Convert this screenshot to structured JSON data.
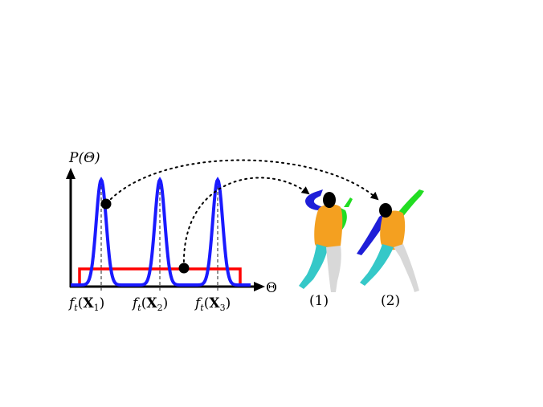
{
  "axes": {
    "y_label": "P(Θ)",
    "x_label": "Θ"
  },
  "ticks": [
    {
      "func": "f",
      "sub": "t",
      "arg": "X",
      "idx": "1"
    },
    {
      "func": "f",
      "sub": "t",
      "arg": "X",
      "idx": "2"
    },
    {
      "func": "f",
      "sub": "t",
      "arg": "X",
      "idx": "3"
    }
  ],
  "figures": [
    {
      "label": "(1)"
    },
    {
      "label": "(2)"
    }
  ],
  "colors": {
    "peaks": "#1a1aff",
    "uniform": "#ff0000",
    "torso": "#f4a020",
    "arm_left": "#1e1ed8",
    "arm_right": "#22dd22",
    "leg_left": "#35c8c8",
    "leg_right": "#d8d8d8",
    "head": "#000000"
  }
}
